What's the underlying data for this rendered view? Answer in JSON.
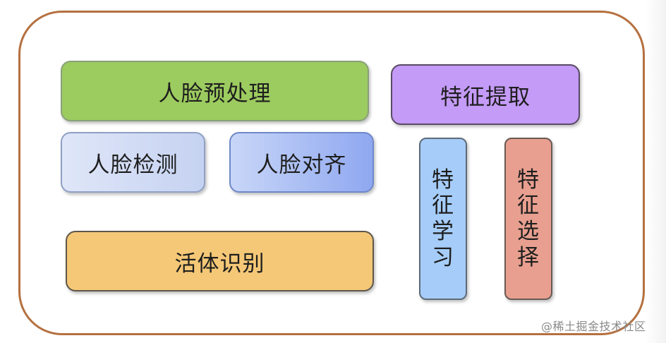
{
  "diagram": {
    "title": "",
    "boxes": {
      "preprocess": {
        "label": "人脸预处理",
        "color": "#9ccb5f"
      },
      "detection": {
        "label": "人脸检测",
        "color": "#d2dcf5"
      },
      "alignment": {
        "label": "人脸对齐",
        "color": "#a9bdf4"
      },
      "liveness": {
        "label": "活体识别",
        "color": "#f5c877"
      },
      "feature_extraction": {
        "label": "特征提取",
        "color": "#c49bf6"
      },
      "feature_learning": {
        "label": "特征学习",
        "chars": [
          "特",
          "征",
          "学",
          "习"
        ],
        "color": "#a6cdf9"
      },
      "feature_selection": {
        "label": "特征选择",
        "chars": [
          "特",
          "征",
          "选",
          "择"
        ],
        "color": "#e89f8f"
      }
    },
    "frame_color": "#b5703f"
  },
  "watermark": "@稀土掘金技术社区"
}
